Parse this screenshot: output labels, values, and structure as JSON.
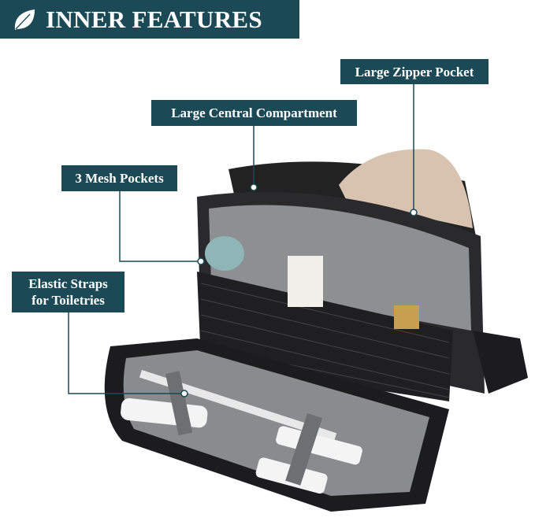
{
  "header": {
    "title": "INNER FEATURES",
    "icon": "leaf-icon"
  },
  "callouts": [
    {
      "label": "Large Zipper Pocket"
    },
    {
      "label": "Large Central Compartment"
    },
    {
      "label": "3 Mesh Pockets"
    },
    {
      "label_line1": "Elastic Straps",
      "label_line2": "for Toiletries"
    }
  ],
  "colors": {
    "brand": "#1b4956",
    "bag": "#1c1c1e",
    "lining": "#9a9a9c"
  }
}
